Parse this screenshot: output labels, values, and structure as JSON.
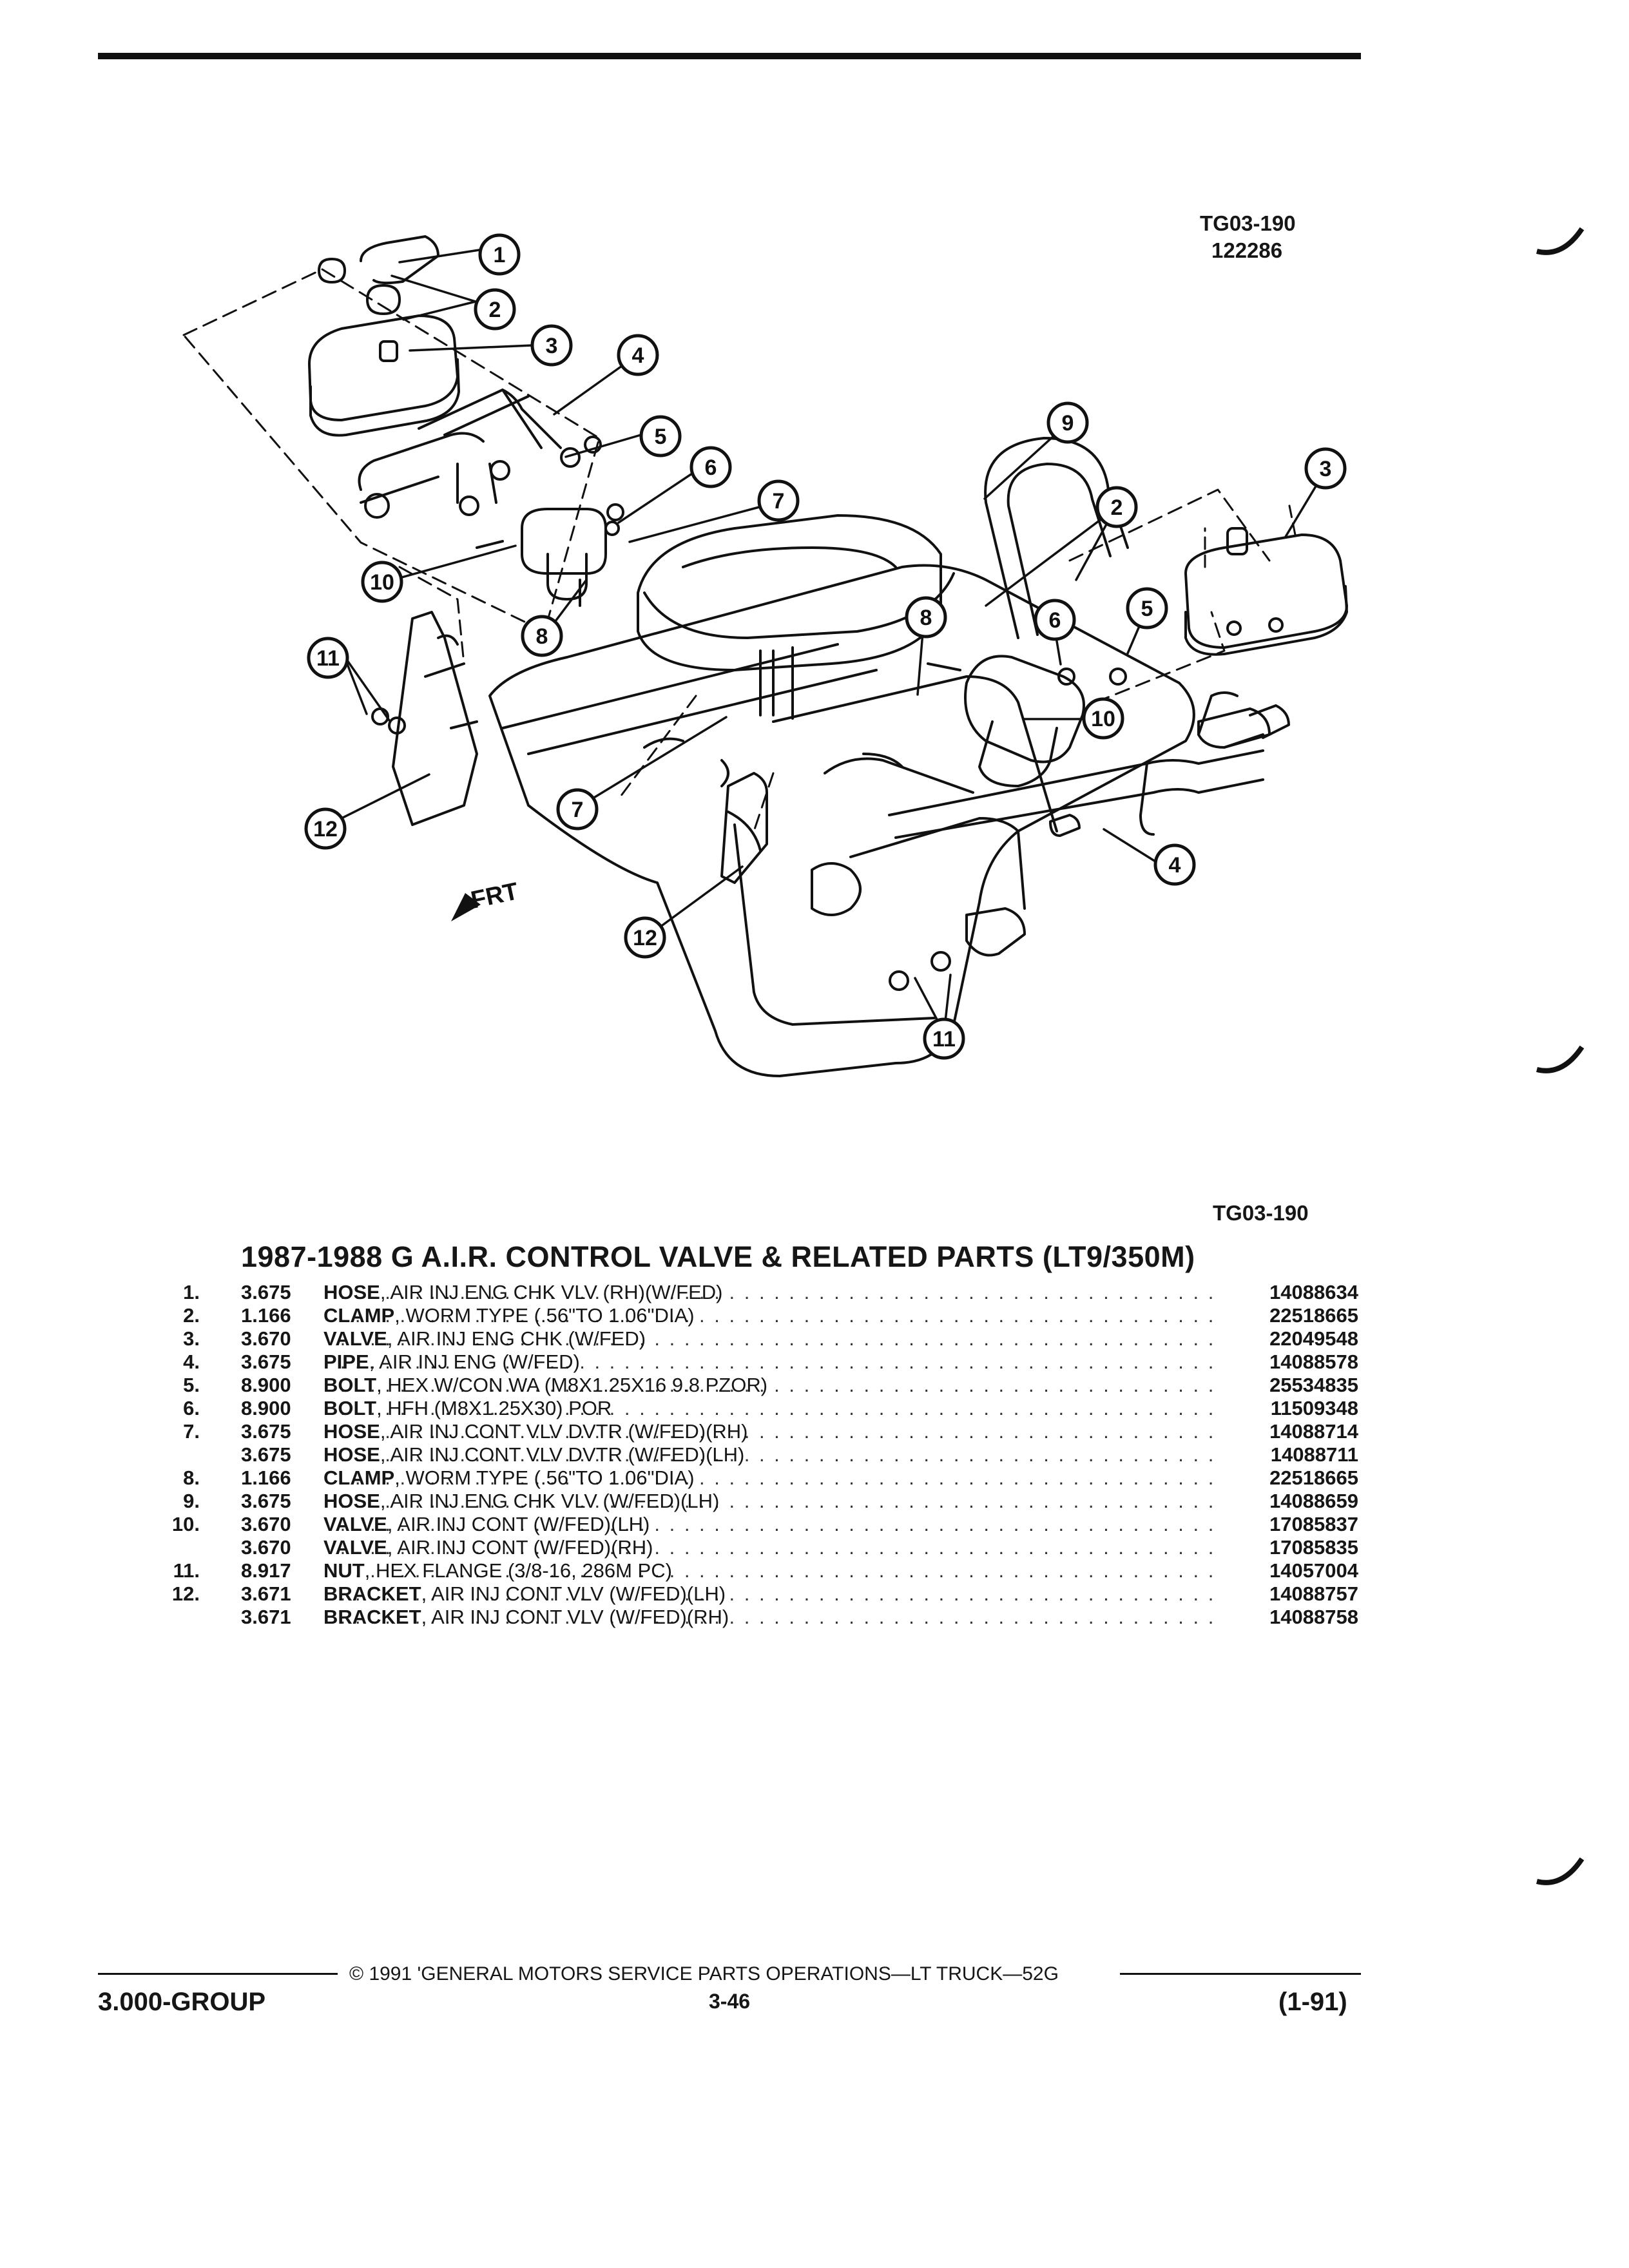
{
  "figure": {
    "code_top": "TG03-190",
    "date_code": "122286",
    "code_bottom": "TG03-190",
    "front_label": "FRT",
    "callouts": [
      "1",
      "2",
      "3",
      "4",
      "5",
      "6",
      "7",
      "8",
      "9",
      "10",
      "11",
      "12"
    ]
  },
  "parts_list": {
    "title": "1987-1988 G A.I.R. CONTROL VALVE & RELATED PARTS (LT9/350M)",
    "rows": [
      {
        "num": "1.",
        "code": "3.675",
        "name": "HOSE",
        "desc": ", AIR INJ ENG CHK VLV (RH)(W/FED)",
        "part": "14088634"
      },
      {
        "num": "2.",
        "code": "1.166",
        "name": "CLAMP",
        "desc": ", WORM TYPE (.56\"TO 1.06\"DIA)",
        "part": "22518665"
      },
      {
        "num": "3.",
        "code": "3.670",
        "name": "VALVE",
        "desc": ", AIR INJ ENG CHK (W/FED)",
        "part": "22049548"
      },
      {
        "num": "4.",
        "code": "3.675",
        "name": "PIPE",
        "desc": ", AIR INJ ENG (W/FED)",
        "part": "14088578"
      },
      {
        "num": "5.",
        "code": "8.900",
        "name": "BOLT",
        "desc": ", HEX W/CON WA (M8X1.25X16 9.8 PZOR)",
        "part": "25534835"
      },
      {
        "num": "6.",
        "code": "8.900",
        "name": "BOLT",
        "desc": ", HFH (M8X1.25X30) POR",
        "part": "11509348"
      },
      {
        "num": "7.",
        "code": "3.675",
        "name": "HOSE",
        "desc": ", AIR INJ CONT VLV DVTR (W/FED)(RH)",
        "part": "14088714"
      },
      {
        "num": "",
        "code": "3.675",
        "name": "HOSE",
        "desc": ", AIR INJ CONT VLV DVTR (W/FED)(LH)",
        "part": "14088711"
      },
      {
        "num": "8.",
        "code": "1.166",
        "name": "CLAMP",
        "desc": ", WORM TYPE (.56\"TO 1.06\"DIA)",
        "part": "22518665"
      },
      {
        "num": "9.",
        "code": "3.675",
        "name": "HOSE",
        "desc": ", AIR INJ ENG CHK VLV (W/FED)(LH)",
        "part": "14088659"
      },
      {
        "num": "10.",
        "code": "3.670",
        "name": "VALVE",
        "desc": ", AIR INJ CONT (W/FED)(LH)",
        "part": "17085837"
      },
      {
        "num": "",
        "code": "3.670",
        "name": "VALVE",
        "desc": ", AIR INJ CONT (W/FED)(RH)",
        "part": "17085835"
      },
      {
        "num": "11.",
        "code": "8.917",
        "name": "NUT",
        "desc": ", HEX FLANGE (3/8-16, 286M PC)",
        "part": "14057004"
      },
      {
        "num": "12.",
        "code": "3.671",
        "name": "BRACKET",
        "desc": ", AIR INJ CONT VLV (W/FED)(LH)",
        "part": "14088757"
      },
      {
        "num": "",
        "code": "3.671",
        "name": "BRACKET",
        "desc": ", AIR INJ CONT VLV (W/FED)(RH)",
        "part": "14088758"
      }
    ]
  },
  "footer": {
    "copyright": "© 1991 'GENERAL MOTORS SERVICE PARTS OPERATIONS—LT TRUCK—52G",
    "group": "3.000-GROUP",
    "page": "3-46",
    "date": "(1-91)"
  }
}
